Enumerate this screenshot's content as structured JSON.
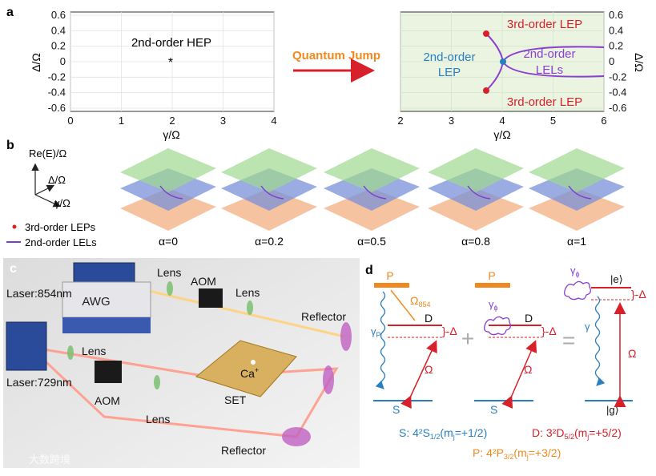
{
  "panels": {
    "a": {
      "label": "a",
      "left_plot": {
        "xlabel": "γ/Ω",
        "ylabel": "Δ/Ω",
        "xticks": [
          "0",
          "1",
          "2",
          "3",
          "4"
        ],
        "yticks": [
          "0.6",
          "0.4",
          "0.2",
          "0",
          "-0.2",
          "-0.4",
          "-0.6"
        ],
        "point_label": "2nd-order HEP"
      },
      "arrow_label": "Quantum Jump",
      "right_plot": {
        "xlabel": "γ/Ω",
        "ylabel": "Δ/Ω",
        "xticks": [
          "2",
          "3",
          "4",
          "5",
          "6"
        ],
        "yticks": [
          "0.6",
          "0.4",
          "0.2",
          "0",
          "-0.2",
          "-0.4",
          "-0.6"
        ],
        "labels": {
          "lep3_top": "3rd-order LEP",
          "lep3_bottom": "3rd-order LEP",
          "lep2_line1": "2nd-order",
          "lep2_line2": "LEP",
          "lel_line1": "2nd-order",
          "lel_line2": "LELs"
        }
      }
    },
    "b": {
      "label": "b",
      "axes": {
        "z": "Re(E)/Ω",
        "y": "Δ/Ω",
        "x": "γ/Ω"
      },
      "legend": [
        {
          "text": "3rd-order LEPs",
          "color": "#e02020"
        },
        {
          "text": "2nd-order LELs",
          "color": "#7b3fd0"
        }
      ],
      "surfaces": [
        {
          "caption": "α=0"
        },
        {
          "caption": "α=0.2"
        },
        {
          "caption": "α=0.5"
        },
        {
          "caption": "α=0.8"
        },
        {
          "caption": "α=1"
        }
      ]
    },
    "c": {
      "label": "c",
      "labels": {
        "laser854": "Laser:854nm",
        "laser729": "Laser:729nm",
        "awg": "AWG",
        "aom_top": "AOM",
        "aom_bottom": "AOM",
        "lens1": "Lens",
        "lens2": "Lens",
        "lens3": "Lens",
        "lens4": "Lens",
        "reflector_top": "Reflector",
        "reflector_bottom": "Reflector",
        "ion": "Ca",
        "ion_sup": "+",
        "set": "SET"
      }
    },
    "d": {
      "label": "d",
      "level1": {
        "P": "P",
        "D": "D",
        "S": "S",
        "omega854": "Ω",
        "omega854_sub": "854",
        "gammaP": "γ",
        "gammaP_sub": "P",
        "omega": "Ω",
        "delta": "}-Δ"
      },
      "level2": {
        "P": "P",
        "D": "D",
        "S": "S",
        "gammaphi": "γ",
        "gammaphi_sub": "ϕ",
        "omega": "Ω",
        "delta": "}-Δ"
      },
      "level3": {
        "e": "|e⟩",
        "g": "|g⟩",
        "gammaphi": "γ",
        "gammaphi_sub": "ϕ",
        "gamma": "γ",
        "omega": "Ω",
        "delta": "}-Δ"
      },
      "plus": "+",
      "equals": "=",
      "states": {
        "S": "S: 4²S",
        "S_sub": "1/2",
        "S_m": "(m",
        "S_m_sub": "j",
        "S_m_end": "=+1/2)",
        "D": "D: 3²D",
        "D_sub": "5/2",
        "D_m": "(m",
        "D_m_sub": "j",
        "D_m_end": "=+5/2)",
        "P": "P: 4²P",
        "P_sub": "3/2",
        "P_m": "(m",
        "P_m_sub": "j",
        "P_m_end": "=+3/2)"
      }
    },
    "watermark": "大数跨境"
  },
  "colors": {
    "green_bg": "#eaf4e1",
    "red": "#d8202a",
    "blue": "#2a7fc0",
    "purple": "#8a3fd0",
    "orange": "#f08a20",
    "arrow_red": "#e0302a"
  }
}
